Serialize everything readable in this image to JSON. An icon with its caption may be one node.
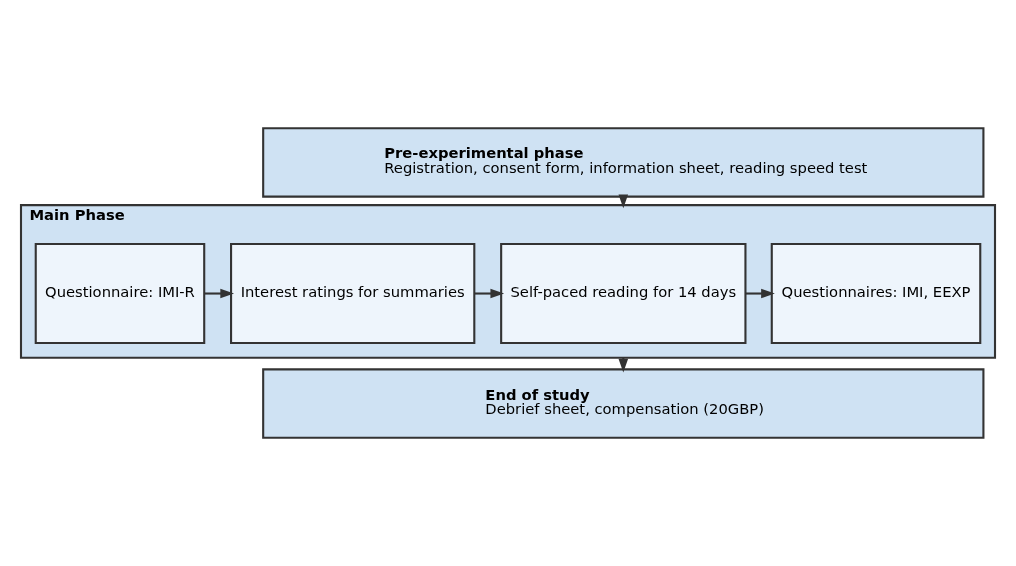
{
  "diagram": {
    "nodes": [
      {
        "text": [
          "Pre-experimental phase",
          "Registration, consent form, information sheet, reading speed test"
        ]
      },
      {
        "text": [
          "Main Phase"
        ]
      },
      {
        "text": [
          "Questionnaire: IMI-R"
        ],
        "in": 1
      },
      {
        "text": [
          "Interest ratings for summaries"
        ],
        "in": 1
      },
      {
        "text": [
          "Self-paced reading for 14 days"
        ],
        "in": 1
      },
      {
        "text": [
          "Questionnaires: IMI, EEXP"
        ],
        "in": 1
      },
      {
        "text": [
          "End of study",
          "Debrief sheet, compensation (20GBP)"
        ]
      }
    ],
    "edges": [
      {
        "from": 0,
        "to": 1,
        "arrow": "to"
      },
      {
        "from": 2,
        "to": 3,
        "arrow": "to"
      },
      {
        "from": 3,
        "to": 4,
        "arrow": "to"
      },
      {
        "from": 4,
        "to": 5,
        "arrow": "to"
      },
      {
        "from": 1,
        "to": 6,
        "arrow": "to"
      }
    ]
  }
}
